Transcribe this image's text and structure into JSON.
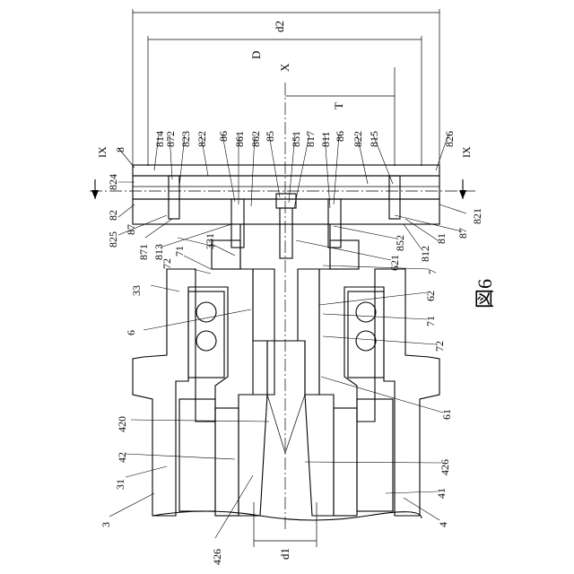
{
  "figure": {
    "title": "図6"
  },
  "dimensions": {
    "d2": "d2",
    "D": "D",
    "T": "T",
    "d1": "d1",
    "axis": "X"
  },
  "section_marks": {
    "left": "IX",
    "right": "IX"
  },
  "labels": {
    "top_row": [
      "814",
      "872",
      "823",
      "822",
      "86",
      "861",
      "862",
      "85",
      "851",
      "817",
      "811",
      "86",
      "822",
      "815"
    ],
    "top_right": [
      "826"
    ],
    "left_side": [
      "8",
      "824",
      "82",
      "825",
      "87",
      "871",
      "813",
      "71",
      "72",
      "331",
      "33",
      "6",
      "420",
      "42",
      "31",
      "3",
      "426"
    ],
    "right_side": [
      "821",
      "87",
      "81",
      "812",
      "852",
      "621",
      "7",
      "62",
      "71",
      "72",
      "61",
      "426",
      "41",
      "4"
    ]
  }
}
